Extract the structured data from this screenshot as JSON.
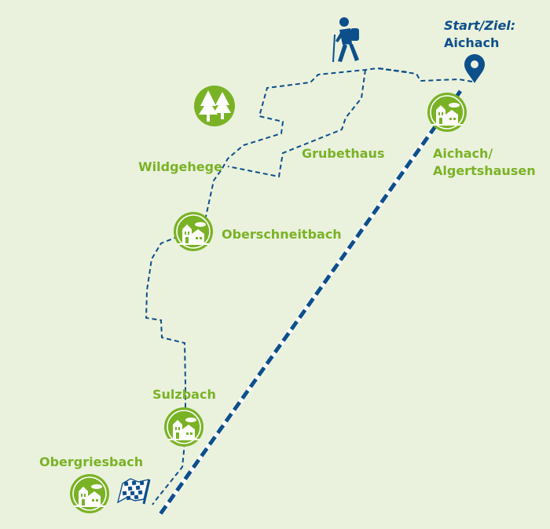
{
  "start": {
    "title": "Start/Ziel:",
    "name": "Aichach"
  },
  "places": {
    "aichach_algertshausen": {
      "line1": "Aichach/",
      "line2": "Algertshausen"
    },
    "grubethaus": "Grubethaus",
    "wildgehege": "Wildgehege",
    "oberschneitbach": "Oberschneitbach",
    "sulzbach": "Sulzbach",
    "obergriesbach": "Obergriesbach"
  },
  "icons": {
    "village": "village-icon",
    "forest": "forest-icon",
    "hiker": "hiker-icon",
    "pin": "location-pin-icon",
    "finish": "finish-flag-icon"
  },
  "colors": {
    "background": "#eaf2dd",
    "green": "#7ab226",
    "blue": "#0d4f8b",
    "white": "#ffffff"
  }
}
